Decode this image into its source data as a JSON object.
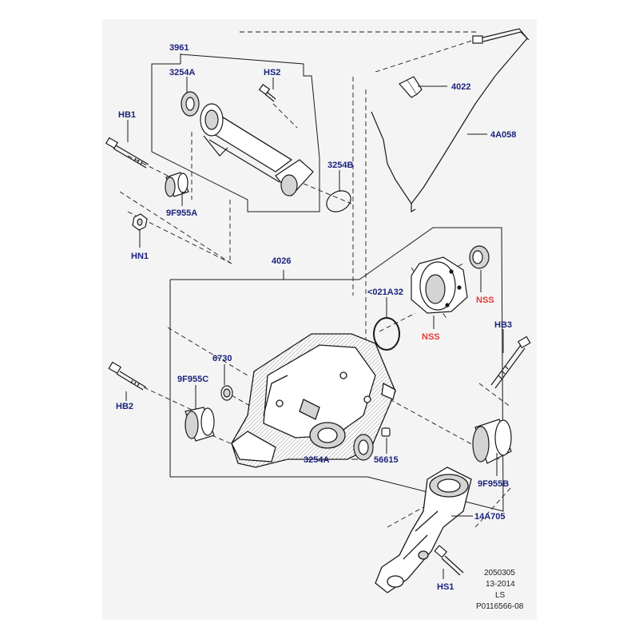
{
  "colors": {
    "page_background": "#ffffff",
    "sheet_background": "#f4f4f4",
    "part_label": "#1a237e",
    "nss_label": "#e53935",
    "linework": "#1a1a1a",
    "part_fill": "#ffffff",
    "part_shade": "#d4d4d4"
  },
  "labels": {
    "p3961": "3961",
    "p3254a_top": "3254A",
    "hs2": "HS2",
    "hb1": "HB1",
    "p9f955a": "9F955A",
    "hn1": "HN1",
    "p3254b": "3254B",
    "p4022": "4022",
    "p4a058": "4A058",
    "p4026": "4026",
    "p021a32": "<021A32",
    "nss1": "NSS",
    "nss2": "NSS",
    "hb3": "HB3",
    "p6730": "6730",
    "p9f955c": "9F955C",
    "hb2": "HB2",
    "p3254a_bottom": "3254A",
    "p56615": "56615",
    "p9f955b": "9F955B",
    "p14a705": "14A705",
    "hs1": "HS1"
  },
  "footer": {
    "line1": "2050305",
    "line2": "13-2014",
    "line3": "LS",
    "line4": "P0116566-08"
  }
}
